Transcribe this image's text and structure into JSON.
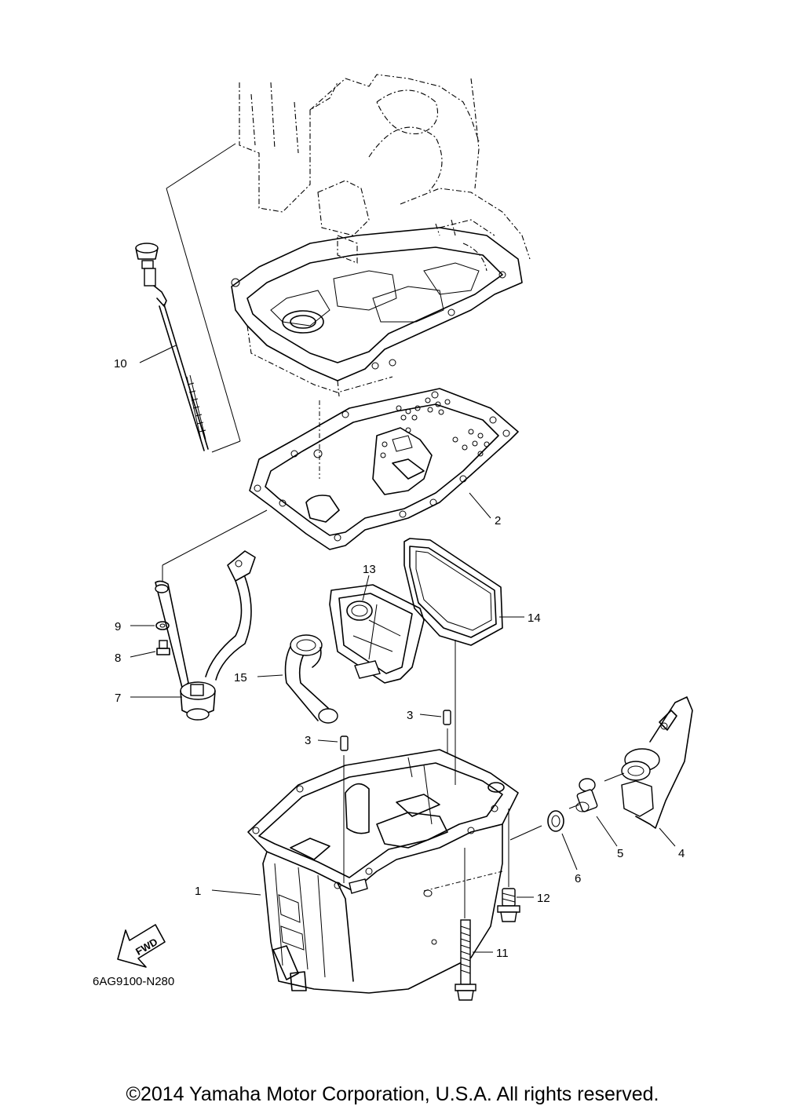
{
  "diagram": {
    "drawing_code": "6AG9100-N280",
    "fwd_label": "FWD",
    "copyright": "©2014 Yamaha Motor Corporation, U.S.A. All rights reserved.",
    "callouts": [
      "1",
      "2",
      "3",
      "3",
      "4",
      "5",
      "6",
      "7",
      "8",
      "9",
      "10",
      "11",
      "12",
      "13",
      "14",
      "15"
    ]
  }
}
